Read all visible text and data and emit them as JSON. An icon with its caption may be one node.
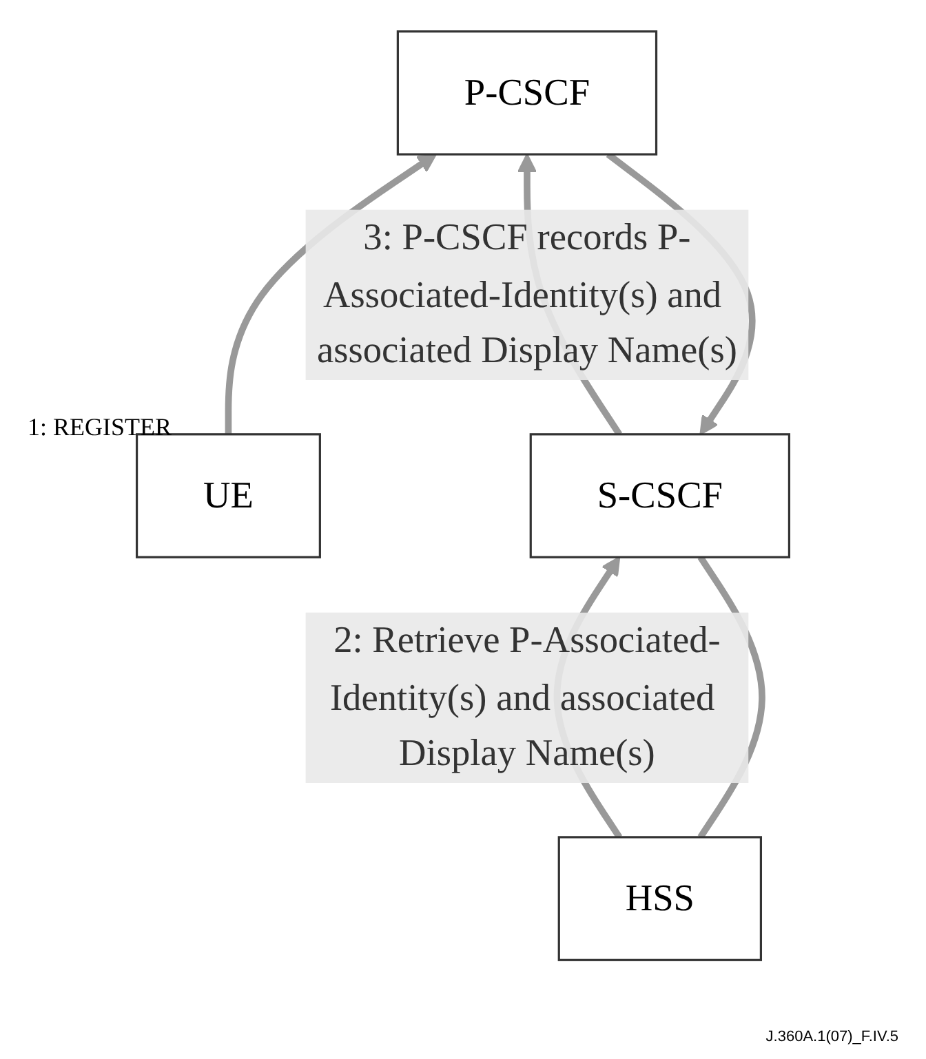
{
  "diagram": {
    "nodes": [
      {
        "text": [
          "HSS"
        ]
      },
      {
        "text": [
          "S-CSCF"
        ]
      },
      {
        "text": [
          "P-CSCF"
        ]
      },
      {
        "text": [
          "UE"
        ]
      }
    ],
    "edges": [
      {
        "from": 3,
        "to": 2,
        "arrow": "to"
      },
      {
        "from": 2,
        "to": 1,
        "arrow": "to"
      },
      {
        "from": 1,
        "to": 0,
        "arrow": "none"
      },
      {
        "from": 0,
        "to": 1,
        "arrow": "to",
        "label": "2: Retrieve P-Associated-Identity(s) and associated Display Name(s)"
      },
      {
        "from": 1,
        "to": 2,
        "arrow": "to",
        "label": "3: P-CSCF records P-Associated-Identity(s) and associated Display Name(s)"
      }
    ],
    "labels": [
      "1: REGISTER",
      "J.360A.1(07)_F.IV.5"
    ]
  }
}
